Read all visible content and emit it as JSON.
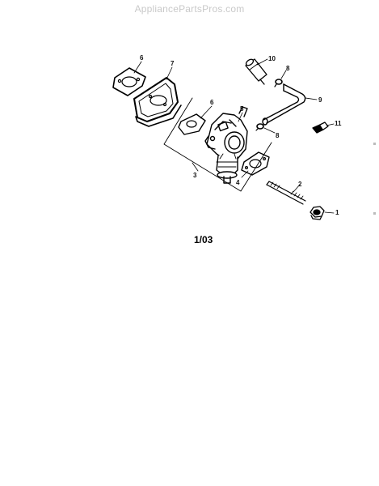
{
  "watermark": "AppliancePartsPros.com",
  "date_code": "1/03",
  "callouts": {
    "c1": "1",
    "c2": "2",
    "c3": "3",
    "c4": "4",
    "c5": "5",
    "c6a": "6",
    "c6b": "6",
    "c7": "7",
    "c8a": "8",
    "c8b": "8",
    "c9": "9",
    "c10": "10",
    "c11": "11"
  }
}
